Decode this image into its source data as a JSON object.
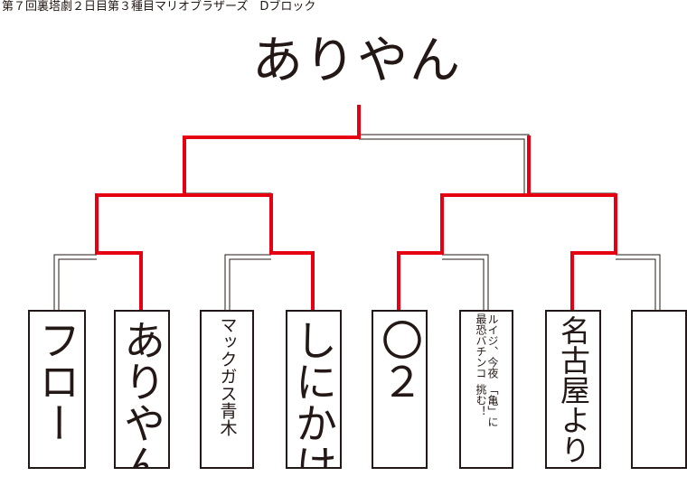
{
  "caption": "第７回裏塔劇２日目第３種目マリオブラザーズ　Dブロック",
  "champion": "ありやん",
  "colors": {
    "winner_line": "#e60012",
    "line": "#231815"
  },
  "entries": [
    {
      "name": "フロー"
    },
    {
      "name": "ありやん"
    },
    {
      "name": "マックガス青木"
    },
    {
      "name": "しにかけ"
    },
    {
      "name": "〇２"
    },
    {
      "name_line1": "ルイジ、今夜",
      "name_line2": "最恐バチンコ",
      "name_line3": "「亀」に",
      "name_line4": "挑む！"
    },
    {
      "name": "名古屋より"
    },
    {
      "name": ""
    }
  ]
}
